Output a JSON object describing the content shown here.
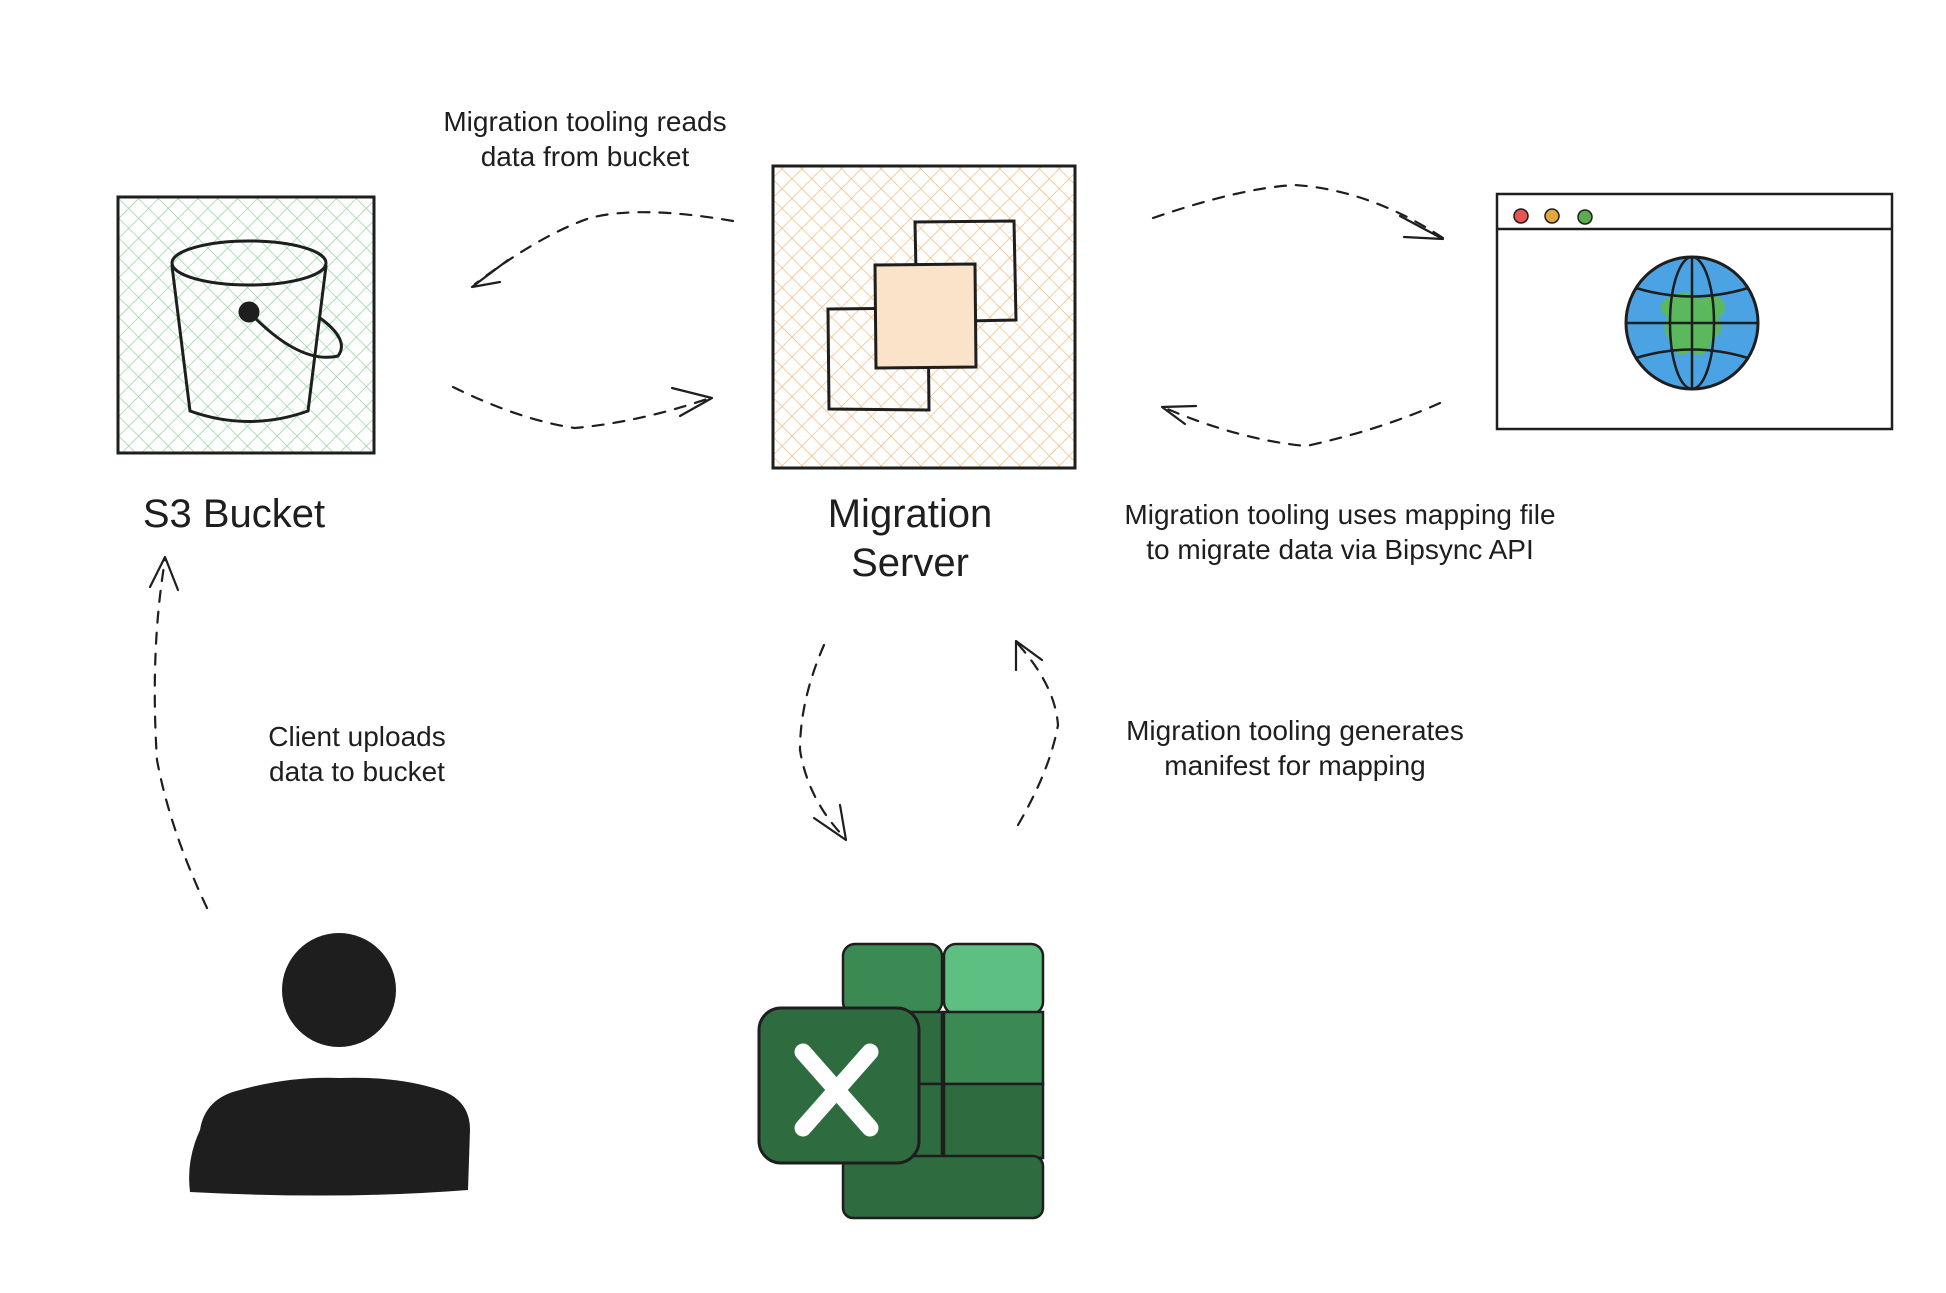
{
  "nodes": {
    "s3": {
      "label": "S3 Bucket",
      "icon": "bucket-icon"
    },
    "server": {
      "label_lines": [
        "Migration",
        "Server"
      ],
      "icon": "server-stack-icon"
    },
    "browser": {
      "icon": "globe-icon"
    },
    "client": {
      "icon": "user-icon"
    },
    "spreadsheet": {
      "icon": "excel-icon"
    }
  },
  "annotations": {
    "reads": [
      "Migration tooling reads",
      "data from bucket"
    ],
    "uses_mapping": [
      "Migration tooling uses mapping file",
      "to migrate data via Bipsync API"
    ],
    "uploads": [
      "Client uploads",
      "data to bucket"
    ],
    "manifest": [
      "Migration tooling generates",
      "manifest for mapping"
    ]
  },
  "colors": {
    "stroke": "#1e1e1e",
    "s3_hatch": "#8fd19e",
    "server_hatch": "#f2b97a",
    "globe_ocean": "#4ba3e3",
    "globe_land": "#5cb85c",
    "excel_dark": "#2e6b3f",
    "excel_mid": "#3c8a53",
    "excel_light": "#5ebf82",
    "dot_red": "#e8544f",
    "dot_yellow": "#e0a83a",
    "dot_green": "#5aae4c"
  }
}
